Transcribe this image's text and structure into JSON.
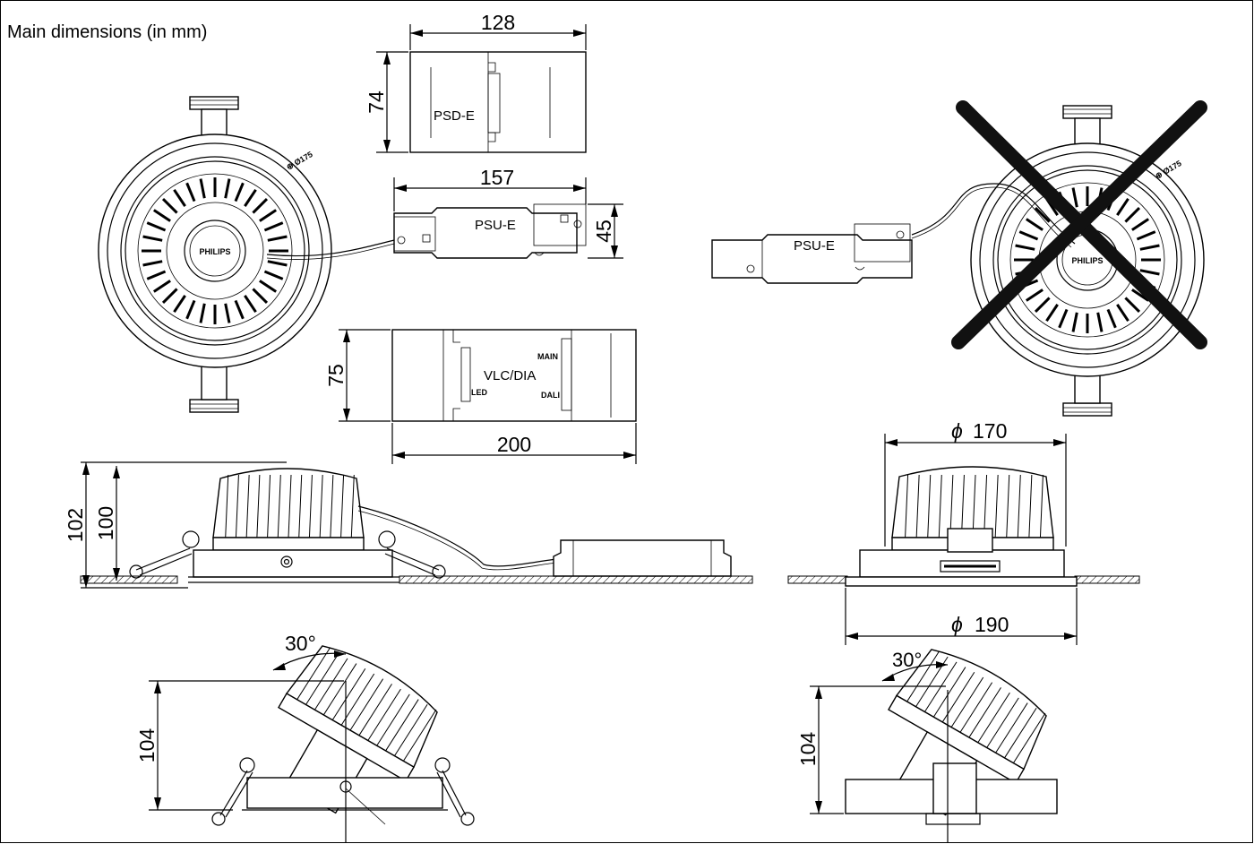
{
  "title": "Main dimensions (in mm)",
  "units": "mm",
  "components": {
    "psd": {
      "label": "PSD-E",
      "width": "128",
      "height": "74"
    },
    "psu": {
      "label": "PSU-E",
      "width": "157",
      "height": "45"
    },
    "vlc": {
      "label": "VLC/DIA",
      "width": "75",
      "length": "200",
      "port_main": "MAIN",
      "port_dali": "DALI",
      "port_led": "LED"
    },
    "psu_alt": {
      "label": "PSU-E"
    }
  },
  "brand": "PHILIPS",
  "luminaire": {
    "height_total": "102",
    "height_body": "100",
    "diameter_body": "170",
    "diameter_flange": "190",
    "tilt_angle": "30°",
    "tilt_height_left": "104",
    "tilt_height_right": "104",
    "tilt_angle_right": "30°"
  },
  "marks": {
    "ring_left": "⊕ Ø175",
    "ring_right": "⊕ Ø175"
  }
}
